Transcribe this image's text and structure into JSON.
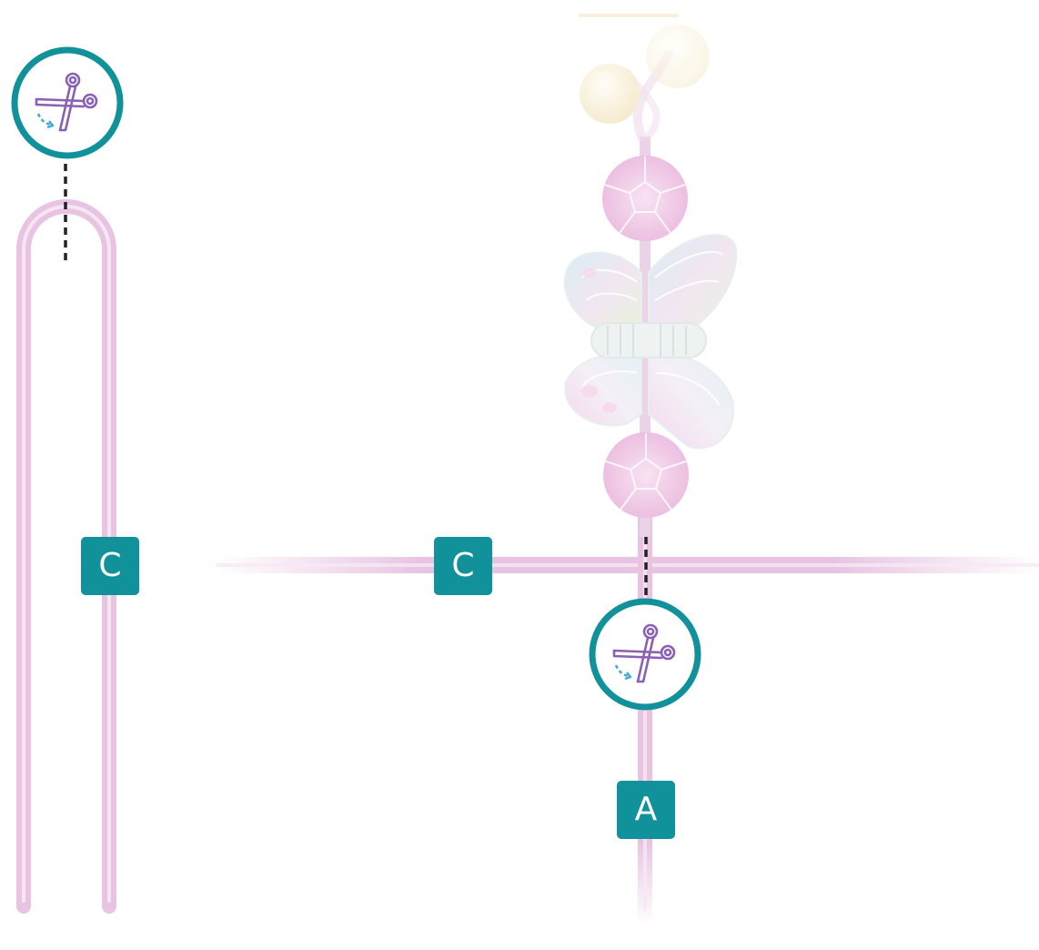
{
  "labels": {
    "cord_left": "C",
    "cord_right": "C",
    "cord_down": "A"
  },
  "icons": {
    "cut_top": "scissors-icon",
    "cut_bottom": "scissors-icon"
  },
  "colors": {
    "teal": "#11929a",
    "cord_pink": "#e8c4e2",
    "cord_pink_light": "#f4e2f1",
    "scissors_purple": "#8b5fb3",
    "cut_arrow_blue": "#4aa8d8",
    "bead_pink": "#f1cce6",
    "pearl": "#f7edd2",
    "cut_line": "#222222"
  }
}
